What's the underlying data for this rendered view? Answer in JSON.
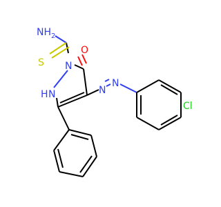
{
  "molecule": {
    "atoms": {
      "nh2": "NH",
      "nh2_sub": "2",
      "s": "S",
      "n1": "N",
      "o": "O",
      "nh": "H",
      "nh_n": "N",
      "n_azo_a": "N",
      "n_azo_b": "N",
      "cl": "Cl"
    },
    "colors": {
      "carbon": "#000000",
      "nitrogen": "#2f3ef0",
      "oxygen": "#ff0d0d",
      "sulfur": "#c8c800",
      "chlorine": "#1fd01f"
    }
  }
}
